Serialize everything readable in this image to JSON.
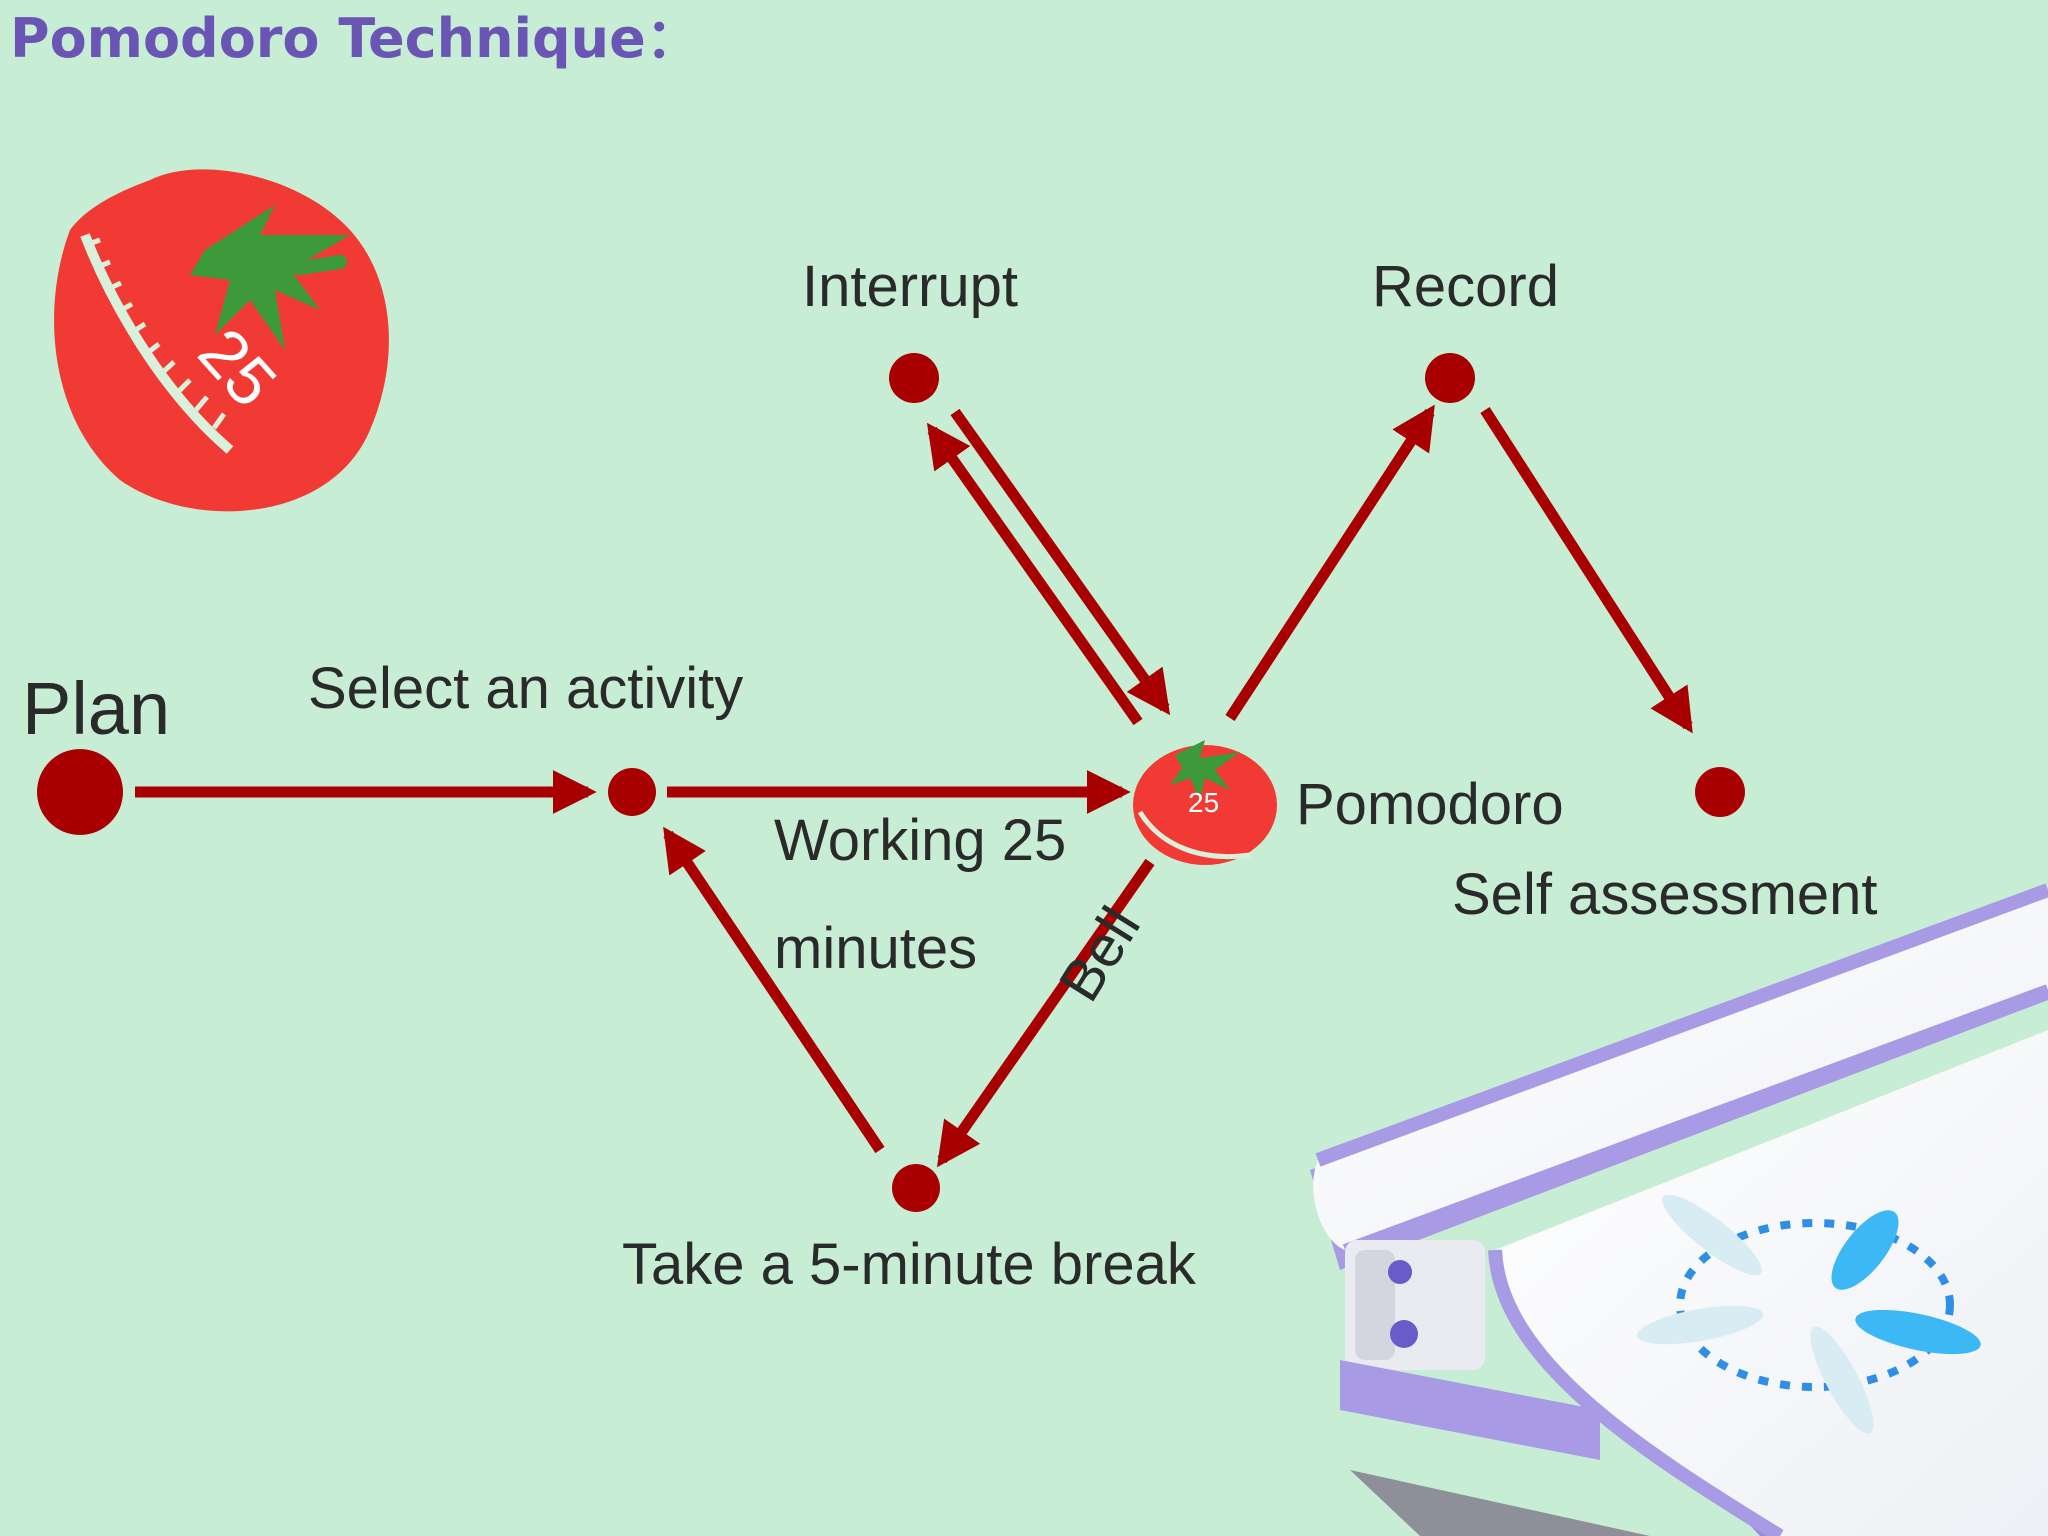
{
  "title": "Pomodoro Technique：",
  "labels": {
    "plan": "Plan",
    "select": "Select an activity",
    "working_line1": "Working 25",
    "working_line2": "minutes",
    "interrupt": "Interrupt",
    "record": "Record",
    "pomodoro": "Pomodoro",
    "self_assessment": "Self assessment",
    "break": "Take a 5-minute break",
    "bell": "Bell"
  },
  "timer": {
    "big": "25",
    "small": "25"
  },
  "colors": {
    "background": "#c7eed5",
    "arrow": "#a80000",
    "node": "#a80000",
    "title": "#6a55b5",
    "tomato": "#f03a33",
    "leaf": "#3d9a3a",
    "desk_trim": "#a99ae6"
  },
  "icons": [
    "tomato-timer-icon",
    "tomato-timer-small-icon",
    "desk-illustration"
  ]
}
